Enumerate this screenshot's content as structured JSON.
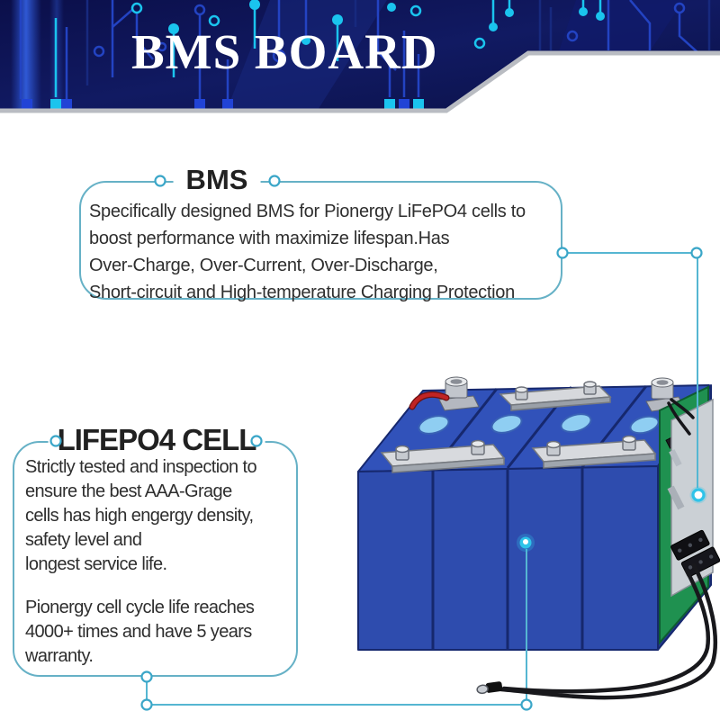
{
  "banner": {
    "title": "BMS BOARD"
  },
  "bms_section": {
    "title": "BMS",
    "lines": [
      "Specifically designed BMS for Pionergy LiFePO4 cells to",
      "boost performance with maximize lifespan.Has",
      "Over-Charge, Over-Current, Over-Discharge,",
      "Short-circuit and High-temperature Charging Protection"
    ]
  },
  "lifepo4_section": {
    "title": "LIFEPO4 CELL",
    "para1": [
      "Strictly tested and inspection to",
      "ensure the best AAA-Grage",
      "cells has high engergy density,",
      "safety level and",
      "longest service life."
    ],
    "para2": [
      "Pionergy cell cycle life reaches",
      "4000+ times and have 5 years",
      " warranty."
    ]
  },
  "colors": {
    "banner_navy": "#0c1252",
    "circuit_cyan": "#1ac4ee",
    "banner_border_gray": "#b9bcc2",
    "callout_teal": "#57b7d3",
    "endpoint_cyan": "#2ec3e9",
    "battery_blue": "#2e4cae",
    "pcb_green": "#1f9150",
    "wire_red": "#b81f1f",
    "text_dark": "#2e2e2e"
  }
}
